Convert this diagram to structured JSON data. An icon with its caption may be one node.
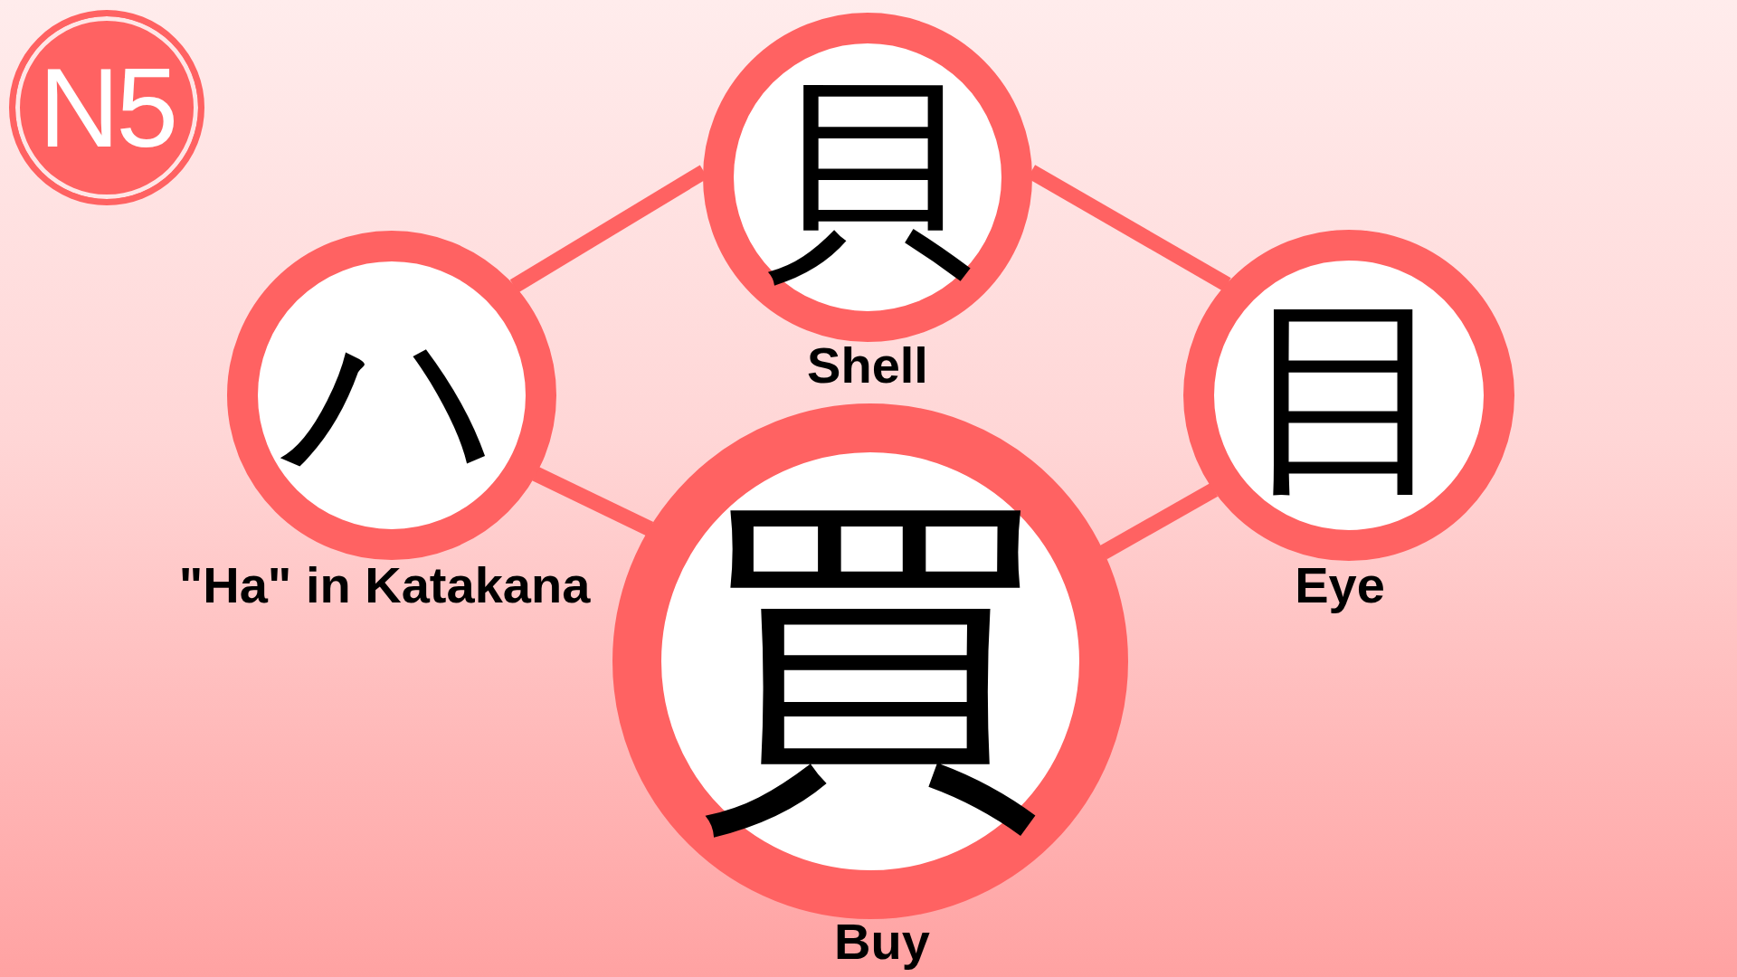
{
  "diagram": {
    "nodes": [
      {
        "text": [
          "N5"
        ]
      },
      {
        "text": [
          "貝"
        ],
        "beside": [
          "Shell"
        ]
      },
      {
        "text": [
          "ハ"
        ],
        "beside": [
          "\"Ha\" in Katakana"
        ]
      },
      {
        "text": [
          "目"
        ],
        "beside": [
          "Eye"
        ]
      },
      {
        "text": [
          "買"
        ],
        "beside": [
          "Buy"
        ]
      }
    ],
    "edges": [
      {
        "from": 1,
        "to": 2,
        "arrow": "none"
      },
      {
        "from": 1,
        "to": 3,
        "arrow": "none"
      },
      {
        "from": 2,
        "to": 4,
        "arrow": "none"
      },
      {
        "from": 3,
        "to": 4,
        "arrow": "none"
      }
    ]
  }
}
